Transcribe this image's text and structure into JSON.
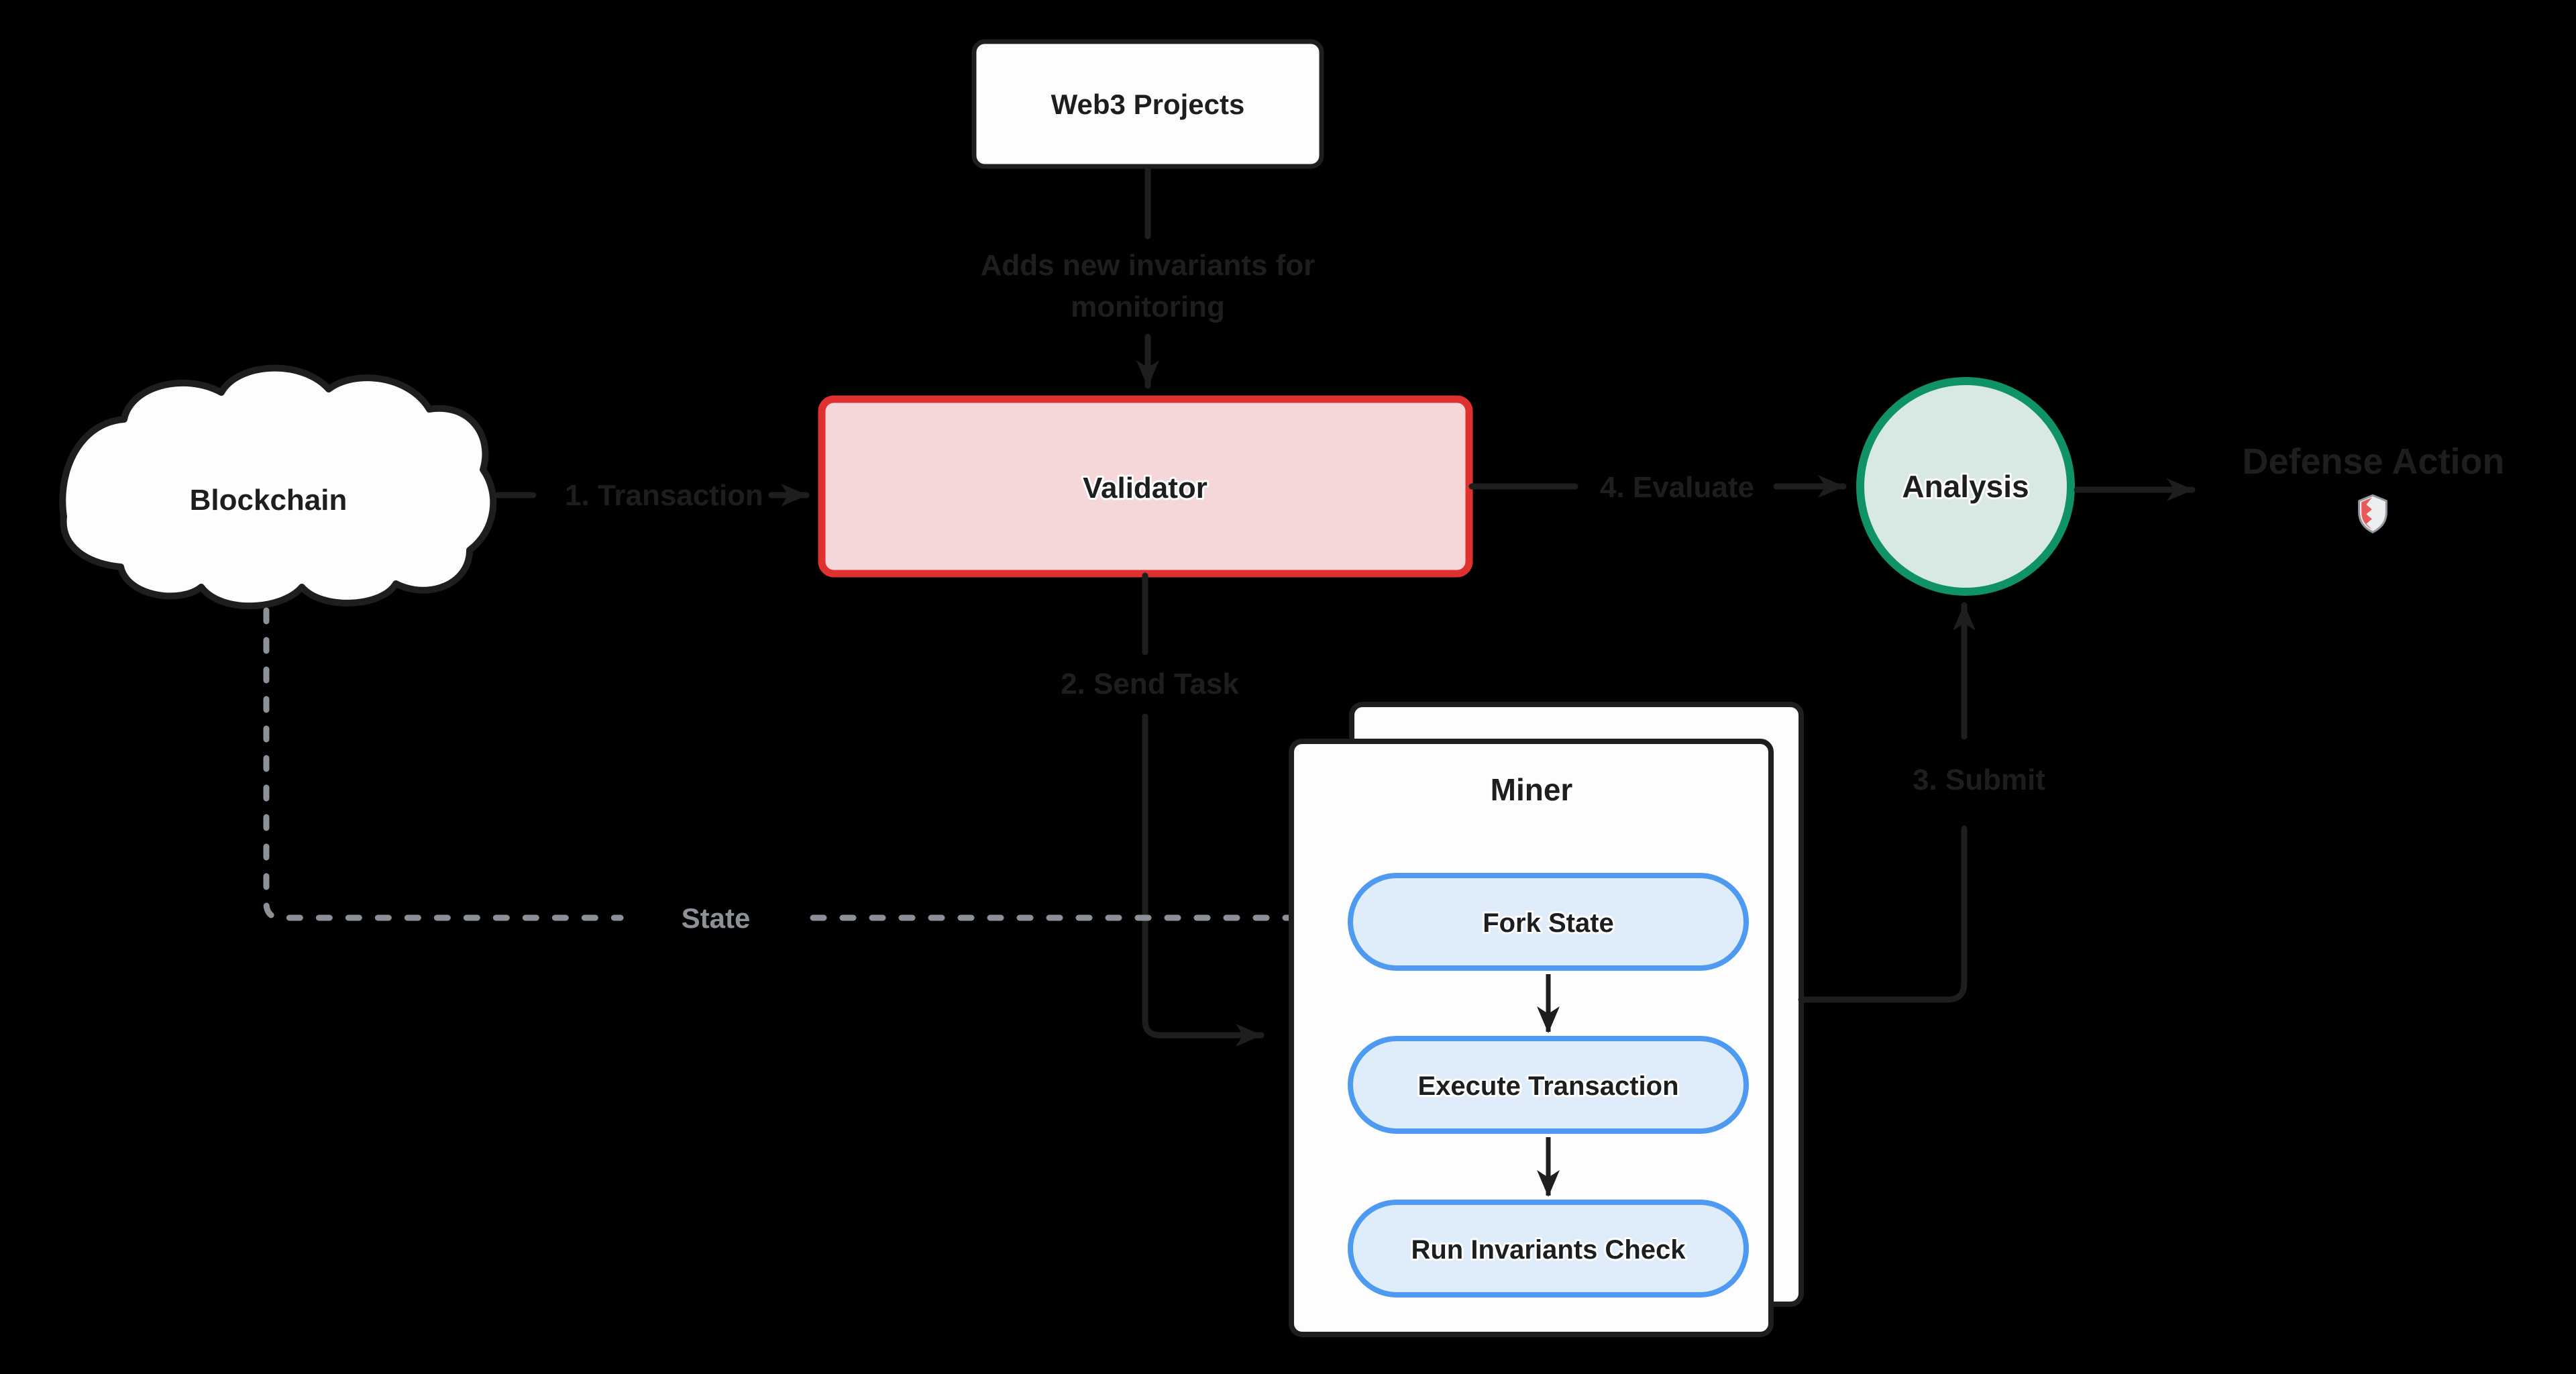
{
  "diagram": {
    "title": "Invariant monitoring flow",
    "background": "#f8f9fb",
    "colors": {
      "stroke_black": "#1e1e1e",
      "text": "#1d1e20",
      "node_fill": "#fdfdfe",
      "validator_stroke": "#e03131",
      "validator_fill": "#f6d7d9",
      "analysis_stroke": "#0f9268",
      "analysis_fill": "#d8e8e2",
      "pill_stroke": "#4d9af0",
      "pill_fill": "#dfecfa",
      "dashed_gray": "#8c9198"
    },
    "nodes": {
      "web3_projects": {
        "label": "Web3 Projects"
      },
      "blockchain": {
        "label": "Blockchain"
      },
      "validator": {
        "label": "Validator"
      },
      "analysis": {
        "label": "Analysis"
      },
      "miner": {
        "label": "Miner"
      },
      "fork_state": {
        "label": "Fork State"
      },
      "execute_transaction": {
        "label": "Execute Transaction"
      },
      "run_invariants_check": {
        "label": "Run Invariants Check"
      },
      "defense_action": {
        "label": "Defense Action"
      }
    },
    "edges": {
      "adds_invariants": {
        "label_line1": "Adds new invariants for",
        "label_line2": "monitoring"
      },
      "transaction": {
        "label": "1. Transaction"
      },
      "send_task": {
        "label": "2. Send Task"
      },
      "submit": {
        "label": "3. Submit"
      },
      "evaluate": {
        "label": "4. Evaluate"
      },
      "state": {
        "label": "State"
      }
    },
    "icons": {
      "shield": "shield-icon"
    }
  }
}
